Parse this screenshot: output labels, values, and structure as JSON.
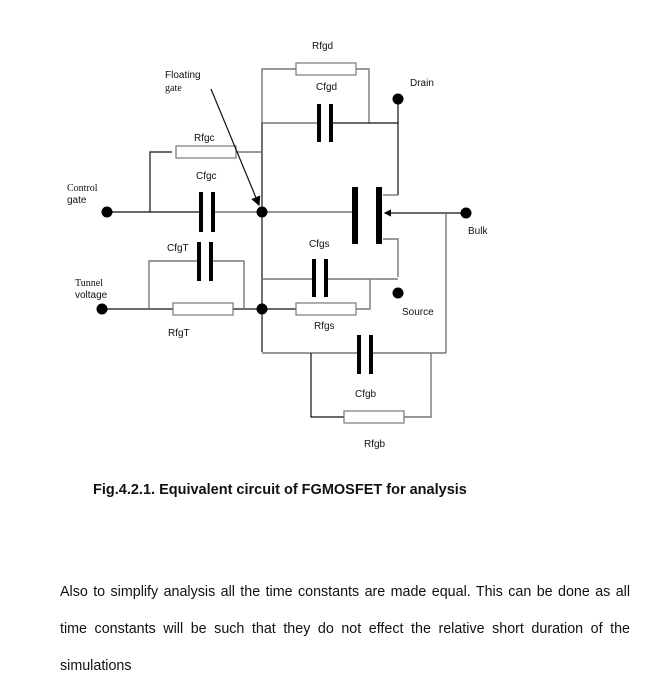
{
  "figure": {
    "labels": {
      "floating_gate_line1": "Floating",
      "floating_gate_line2": "gate",
      "control_gate_line1": "Control",
      "control_gate_line2": "gate",
      "tunnel_voltage_line1": "Tunnel",
      "tunnel_voltage_line2": "voltage",
      "drain": "Drain",
      "bulk": "Bulk",
      "source": "Source"
    },
    "components": {
      "rfgd": "Rfgd",
      "cfgd": "Cfgd",
      "rfgc": "Rfgc",
      "cfgc": "Cfgc",
      "cfgt": "CfgT",
      "rfgt": "RfgT",
      "cfgs": "Cfgs",
      "rfgs": "Rfgs",
      "cfgb": "Cfgb",
      "rfgb": "Rfgb"
    },
    "caption": "Fig.4.2.1. Equivalent circuit of FGMOSFET for analysis"
  },
  "body": {
    "paragraph": "Also to simplify analysis all the time constants are made equal. This can be done as all time constants will be such that they do not effect the relative short duration of the simulations"
  }
}
